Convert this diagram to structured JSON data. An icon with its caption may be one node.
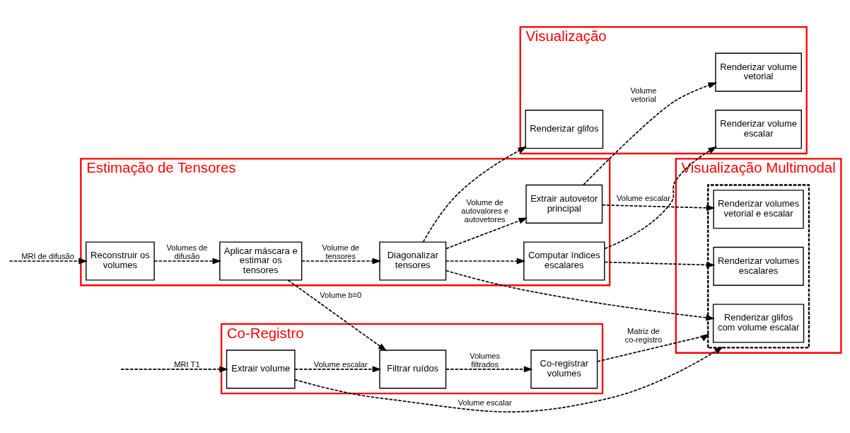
{
  "diagram": {
    "nodes": [
      {
        "text": [
          "Estimação de Tensores"
        ]
      },
      {
        "text": [
          "Reconstruir os volumes"
        ],
        "in": 0
      },
      {
        "text": [
          "Aplicar máscara e estimar os tensores"
        ],
        "in": 0
      },
      {
        "text": [
          "Diagonalizar tensores"
        ],
        "in": 0
      },
      {
        "text": [
          "Extrair autovetor principal"
        ],
        "in": 0
      },
      {
        "text": [
          "Computar índices escalares"
        ],
        "in": 0
      },
      {
        "text": [
          "Co-Registro"
        ]
      },
      {
        "text": [
          "Filtrar ruídos"
        ],
        "in": 6
      },
      {
        "text": [
          "Extrair volume"
        ],
        "in": 6
      },
      {
        "text": [
          "Co-registrar volumes"
        ],
        "in": 6
      },
      {
        "text": [
          "Visualização"
        ]
      },
      {
        "text": [
          "Renderizar glifos"
        ],
        "in": 10
      },
      {
        "text": [
          "Renderizar volume escalar"
        ],
        "in": 10
      },
      {
        "text": [
          "Renderizar volume vetorial"
        ],
        "in": 10
      },
      {
        "text": [
          "Visualização Multimodal"
        ]
      },
      {
        "text": [],
        "shape": "box",
        "in": 14
      },
      {
        "text": [
          "Renderizar glifos com volume escalar"
        ],
        "in": 15
      },
      {
        "text": [
          "Renderizar volumes escalares"
        ],
        "in": 15
      },
      {
        "text": [
          "Renderizar volumes vetorial e escalar"
        ],
        "in": 15
      }
    ],
    "edges": [
      {
        "from": null,
        "to": 1,
        "arrow": "to",
        "label": "MRI de difusão",
        "style": "dashed"
      },
      {
        "from": 1,
        "to": 2,
        "arrow": "to",
        "label": "Volumes de difusão",
        "style": "dashed"
      },
      {
        "from": 2,
        "to": 3,
        "arrow": "to",
        "label": "Volume de tensores",
        "style": "dashed"
      },
      {
        "from": 3,
        "to": 4,
        "arrow": "to",
        "label": "Volume de autovalores e autovetores",
        "style": "dashed"
      },
      {
        "from": 3,
        "to": 5,
        "arrow": "to",
        "style": "dashed"
      },
      {
        "from": 3,
        "to": 11,
        "arrow": "to",
        "style": "dashed"
      },
      {
        "from": 3,
        "to": 16,
        "arrow": "to",
        "style": "dashed"
      },
      {
        "from": 2,
        "to": 7,
        "arrow": "to",
        "label": "Volume b=0",
        "style": "dashed"
      },
      {
        "from": 5,
        "to": 12,
        "arrow": "to",
        "label": "Volume escalar",
        "style": "dashed"
      },
      {
        "from": 5,
        "to": 17,
        "arrow": "to",
        "style": "dashed"
      },
      {
        "from": 4,
        "to": 13,
        "arrow": "to",
        "label": "Volume vetorial",
        "style": "dashed"
      },
      {
        "from": 4,
        "to": 18,
        "arrow": "to",
        "style": "dashed"
      },
      {
        "from": null,
        "to": 8,
        "arrow": "to",
        "label": "MRI T1",
        "style": "dashed"
      },
      {
        "from": 8,
        "to": 7,
        "arrow": "to",
        "label": "Volume escalar",
        "style": "dashed"
      },
      {
        "from": 7,
        "to": 9,
        "arrow": "to",
        "label": "Volumes filtrados",
        "style": "dashed"
      },
      {
        "from": 9,
        "to": 15,
        "arrow": "to",
        "label": "Matriz de co-registro",
        "style": "dashed"
      },
      {
        "from": 8,
        "to": 15,
        "arrow": "to",
        "label": "Volume escalar",
        "style": "dashed"
      }
    ]
  }
}
